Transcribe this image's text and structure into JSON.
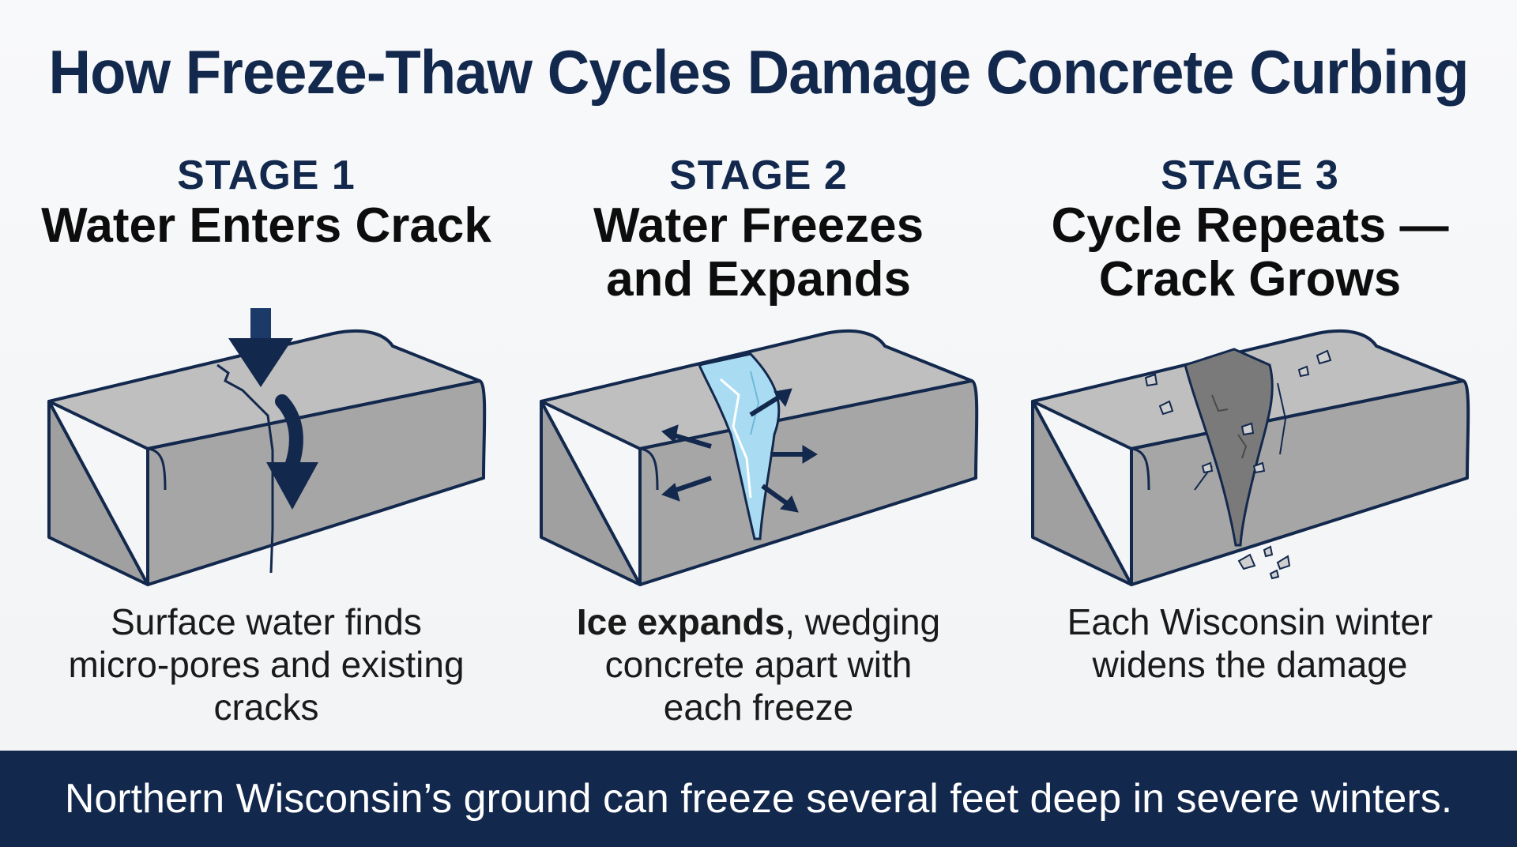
{
  "title": "How Freeze-Thaw Cycles Damage Concrete Curbing",
  "stages": [
    {
      "label": "STAGE 1",
      "heading_line1": "Water Enters Crack",
      "heading_line2": "",
      "desc_line1": "Surface water finds",
      "desc_line2": "micro-pores and existing",
      "desc_line3": "cracks"
    },
    {
      "label": "STAGE 2",
      "heading_line1": "Water Freezes",
      "heading_line2": "and Expands",
      "desc_bold": "Ice expands",
      "desc_line1_rest": ", wedging",
      "desc_line2": "concrete apart with",
      "desc_line3": "each freeze"
    },
    {
      "label": "STAGE 3",
      "heading_line1": "Cycle Repeats —",
      "heading_line2": "Crack Grows",
      "desc_line1": "Each Wisconsin winter",
      "desc_line2": "widens the damage"
    }
  ],
  "footer": "Northern Wisconsin’s ground can freeze several feet deep in severe winters.",
  "colors": {
    "navy": "#13284d",
    "concrete_front": "#9c9c9c",
    "concrete_top": "#bdbdbd",
    "ice": "#a9dcf2",
    "background": "#f6f7f8"
  }
}
